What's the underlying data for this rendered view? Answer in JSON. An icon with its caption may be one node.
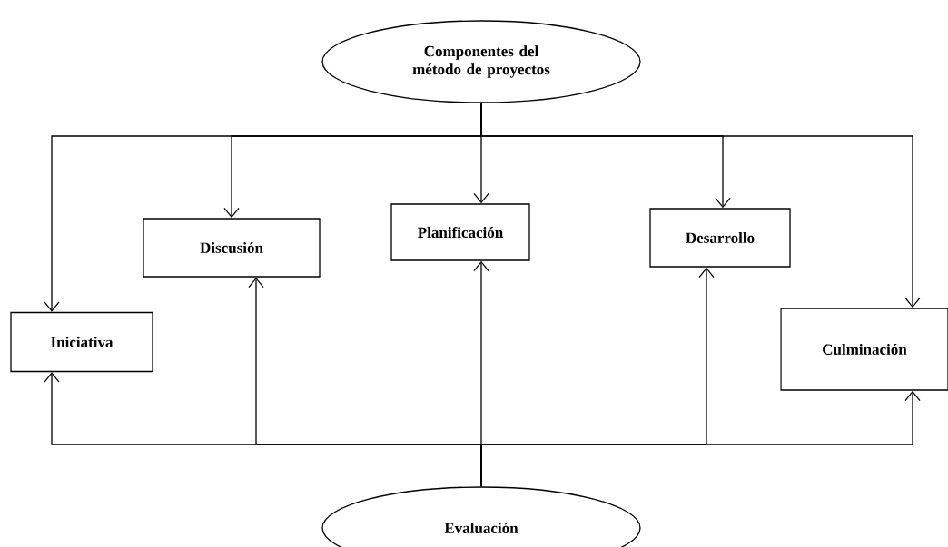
{
  "diagram": {
    "nodes": [
      {
        "text": [
          "Componentes del método de proyectos"
        ]
      },
      {
        "text": [
          "Discusión"
        ]
      },
      {
        "text": [
          "Planificación"
        ]
      },
      {
        "text": [
          "Desarrollo"
        ]
      },
      {
        "text": [
          "Iniciativa"
        ]
      },
      {
        "text": [
          "Culminación"
        ]
      },
      {
        "text": [
          "Evaluación"
        ]
      }
    ],
    "edges": [
      {
        "from": 0,
        "to": 4,
        "arrow": "to"
      },
      {
        "from": 0,
        "to": 1,
        "arrow": "to"
      },
      {
        "from": 0,
        "to": 2,
        "arrow": "to"
      },
      {
        "from": 0,
        "to": 3,
        "arrow": "to"
      },
      {
        "from": 0,
        "to": 5,
        "arrow": "to"
      },
      {
        "from": 6,
        "to": 4,
        "arrow": "to"
      },
      {
        "from": 6,
        "to": 1,
        "arrow": "to"
      },
      {
        "from": 6,
        "to": 2,
        "arrow": "to"
      },
      {
        "from": 6,
        "to": 3,
        "arrow": "to"
      },
      {
        "from": 6,
        "to": 5,
        "arrow": "to"
      }
    ]
  }
}
